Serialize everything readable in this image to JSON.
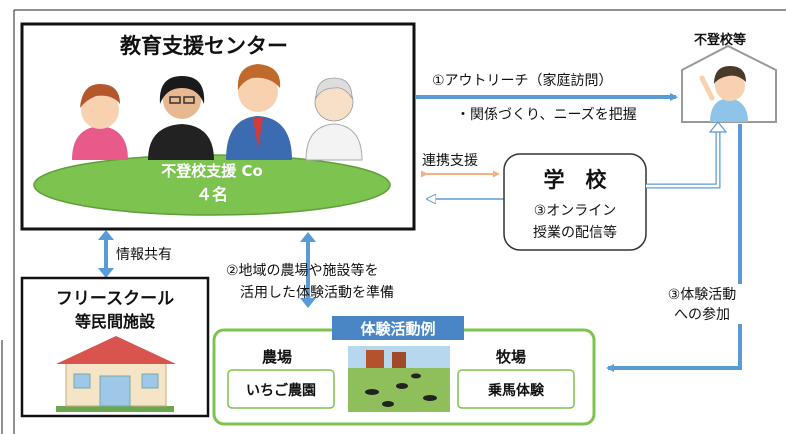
{
  "center": {
    "title": "教育支援センター",
    "coordinator_line1": "不登校支援 Co",
    "coordinator_line2": "４名"
  },
  "student": {
    "label": "不登校等"
  },
  "outreach": {
    "label": "①アウトリーチ（家庭訪問）",
    "detail": "・関係づくり、ニーズを把握"
  },
  "link_label": "連携支援",
  "school": {
    "title": "学　校",
    "line1": "③オンライン",
    "line2": "授業の配信等"
  },
  "info_share": "情報共有",
  "prep": {
    "line1": "②地域の農場や施設等を",
    "line2": "活用した体験活動を準備"
  },
  "participation": {
    "line1": "③体験活動",
    "line2": "への参加"
  },
  "freeschool": {
    "line1": "フリースクール",
    "line2": "等民間施設"
  },
  "examples": {
    "title": "体験活動例",
    "farm_label": "農場",
    "farm_item": "いちご農園",
    "ranch_label": "牧場",
    "ranch_item": "乗馬体験"
  },
  "colors": {
    "blue_arrow": "#5b9bd5",
    "green": "#70ad47",
    "green_light": "#92d050",
    "orange_arrow": "#f4b183",
    "tag_blue": "#4a86c5"
  }
}
